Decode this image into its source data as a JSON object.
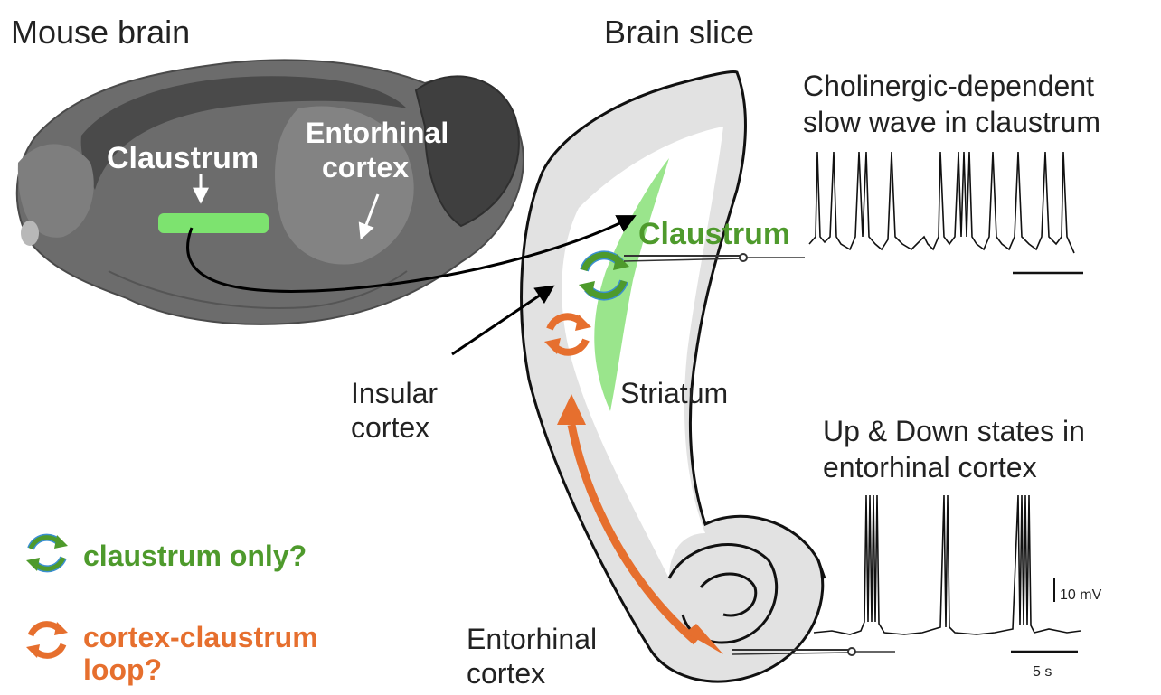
{
  "panels": {
    "mouse_brain_title": "Mouse brain",
    "brain_slice_title": "Brain slice"
  },
  "brain_labels": {
    "claustrum": "Claustrum",
    "entorhinal_line1": "Entorhinal",
    "entorhinal_line2": "cortex"
  },
  "slice_labels": {
    "claustrum": "Claustrum",
    "striatum": "Striatum",
    "insular_line1": "Insular",
    "insular_line2": "cortex",
    "entorhinal_line1": "Entorhinal",
    "entorhinal_line2": "cortex"
  },
  "traces": {
    "claustrum_title_line1": "Cholinergic-dependent",
    "claustrum_title_line2": "slow wave in claustrum",
    "entorhinal_title_line1": "Up & Down states in",
    "entorhinal_title_line2": "entorhinal cortex",
    "voltage_scale": "10 mV",
    "time_scale": "5 s"
  },
  "legend": {
    "claustrum_only": "claustrum only?",
    "loop_line1": "cortex-claustrum",
    "loop_line2": "loop?"
  },
  "colors": {
    "claustrum_green": "#4e9a2c",
    "highlight_green": "#7de36f",
    "loop_orange": "#e66f2e",
    "arrow_blue": "#3a8fd0",
    "brain_gray": "#6b6b6b"
  },
  "icons": {
    "green_cycle": "cycle-arrows-icon",
    "orange_cycle": "cycle-arrows-icon"
  }
}
